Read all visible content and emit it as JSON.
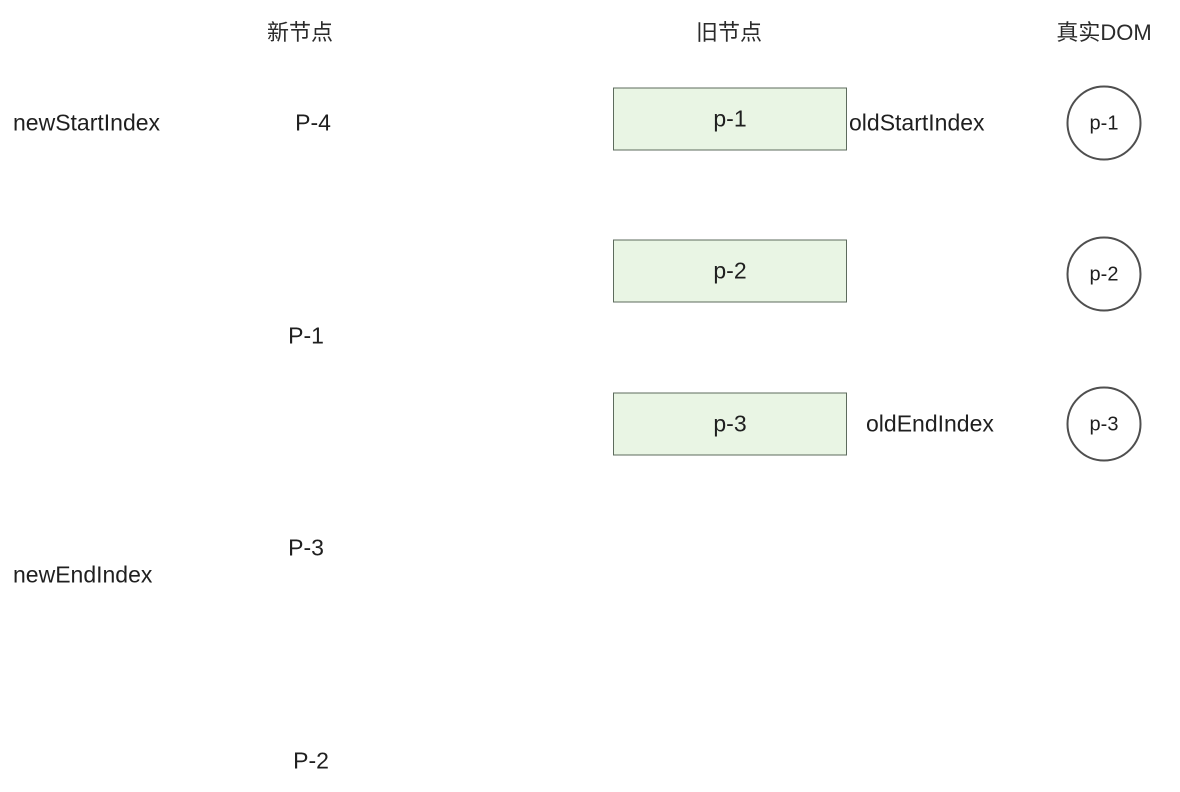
{
  "headers": {
    "new_nodes": "新节点",
    "old_nodes": "旧节点",
    "real_dom": "真实DOM"
  },
  "pointers": {
    "new_start_index": "newStartIndex",
    "new_end_index": "newEndIndex",
    "old_start_index": "oldStartIndex",
    "old_end_index": "oldEndIndex"
  },
  "colors": {
    "diamond_fill": "#f8e9f1",
    "diamond_stroke": "#4f4f4f",
    "rect_fill": "#e9f5e4",
    "rect_stroke": "#5d6b5d",
    "circle_stroke": "#4f4f4f",
    "text": "#1f1f1f",
    "background": "#ffffff"
  },
  "new_nodes": [
    {
      "label": "P-4"
    },
    {
      "label": "P-1"
    },
    {
      "label": "P-3"
    },
    {
      "label": "P-2"
    }
  ],
  "old_nodes": [
    {
      "label": "p-1"
    },
    {
      "label": "p-2"
    },
    {
      "label": "p-3"
    }
  ],
  "real_dom": [
    {
      "label": "p-1"
    },
    {
      "label": "p-2"
    },
    {
      "label": "p-3"
    }
  ]
}
